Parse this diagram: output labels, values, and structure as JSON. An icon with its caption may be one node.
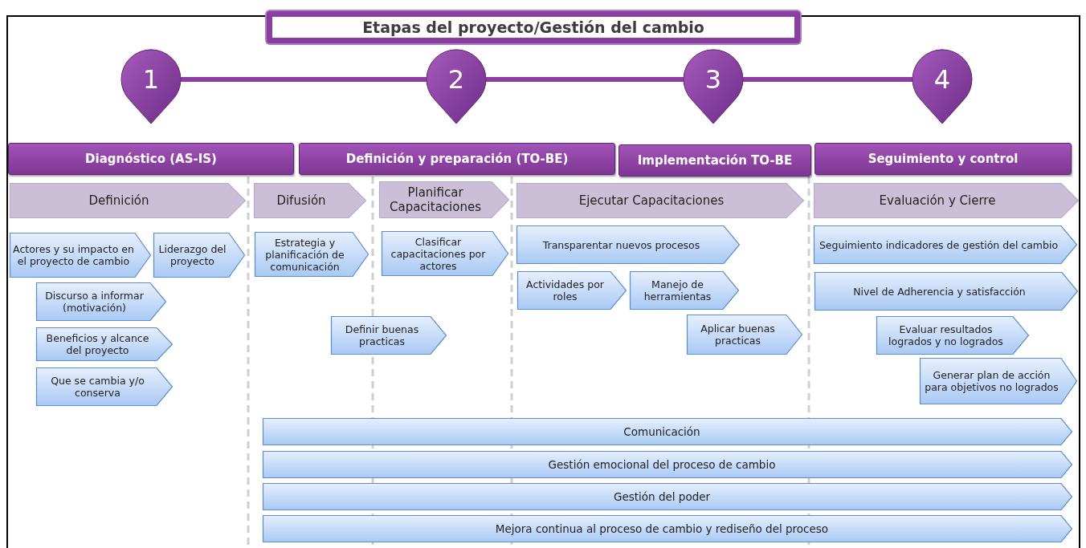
{
  "diagram": {
    "nodes": [
      {
        "text": [
          "Etapas del proyecto/Gestión del cambio"
        ]
      },
      {
        "text": [
          "1"
        ]
      },
      {
        "text": [
          "2"
        ]
      },
      {
        "text": [
          "3"
        ]
      },
      {
        "text": [
          "4"
        ]
      },
      {
        "text": [
          "Diagnóstico (AS-IS)"
        ]
      },
      {
        "text": [
          "Definición y preparación (TO-BE)"
        ]
      },
      {
        "text": [
          "Implementación TO-BE"
        ]
      },
      {
        "text": [
          "Seguimiento y control"
        ]
      },
      {
        "text": [
          "Definición"
        ]
      },
      {
        "text": [
          "Difusión"
        ]
      },
      {
        "text": [
          "Planificar Capacitaciones"
        ]
      },
      {
        "text": [
          "Ejecutar Capacitaciones"
        ]
      },
      {
        "text": [
          "Evaluación y Cierre"
        ]
      },
      {
        "text": [
          "Actores y su impacto en el proyecto de cambio"
        ]
      },
      {
        "text": [
          "Liderazgo del proyecto"
        ]
      },
      {
        "text": [
          "Discurso a informar (motivación)"
        ]
      },
      {
        "text": [
          "Beneficios y alcance del proyecto"
        ]
      },
      {
        "text": [
          "Que se cambia y/o conserva"
        ]
      },
      {
        "text": [
          "Estrategia  y planificación de comunicación"
        ]
      },
      {
        "text": [
          "Clasificar capacitaciones por actores"
        ]
      },
      {
        "text": [
          "Definir buenas practicas"
        ]
      },
      {
        "text": [
          "Transparentar nuevos procesos"
        ]
      },
      {
        "text": [
          "Actividades por roles"
        ]
      },
      {
        "text": [
          "Manejo de herramientas"
        ]
      },
      {
        "text": [
          "Aplicar buenas practicas"
        ]
      },
      {
        "text": [
          "Seguimiento indicadores de gestión del cambio"
        ]
      },
      {
        "text": [
          "Nivel de Adherencia y satisfacción"
        ]
      },
      {
        "text": [
          "Evaluar resultados logrados y no logrados"
        ]
      },
      {
        "text": [
          "Generar plan de acción para objetivos no logrados"
        ]
      },
      {
        "text": [
          "Comunicación"
        ]
      },
      {
        "text": [
          "Gestión emocional del proceso de cambio"
        ]
      },
      {
        "text": [
          "Gestión del poder"
        ]
      },
      {
        "text": [
          "Mejora continua al proceso de cambio y rediseño del proceso"
        ]
      }
    ],
    "edges": [
      {
        "from": 1,
        "to": 2,
        "arrow": "none"
      },
      {
        "from": 2,
        "to": 3,
        "arrow": "none"
      },
      {
        "from": 3,
        "to": 4,
        "arrow": "none"
      }
    ]
  }
}
